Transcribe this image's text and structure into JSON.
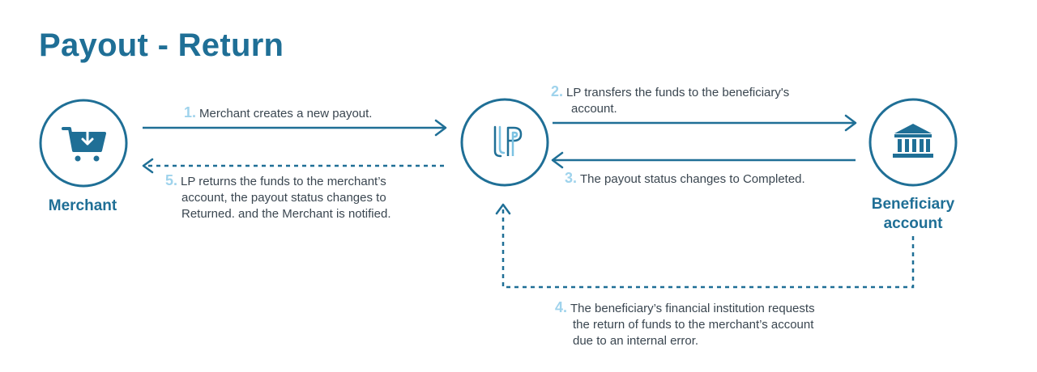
{
  "title": "Payout - Return",
  "nodes": {
    "merchant": "Merchant",
    "beneficiary_line1": "Beneficiary",
    "beneficiary_line2": "account",
    "lp_logo": "LP"
  },
  "steps": [
    {
      "num": "1.",
      "text": "Merchant creates a new payout."
    },
    {
      "num": "2.",
      "text_line1": "LP transfers the funds to the beneficiary's",
      "text_line2": "account."
    },
    {
      "num": "3.",
      "text": "The payout status changes to Completed."
    },
    {
      "num": "4.",
      "text_line1": "The beneficiary’s financial institution requests",
      "text_line2": "the return of funds to the merchant’s account",
      "text_line3": "due to an internal error."
    },
    {
      "num": "5.",
      "text_line1": "LP returns the funds to the merchant’s",
      "text_line2": "account, the payout status changes to",
      "text_line3": "Returned. and the Merchant is notified."
    }
  ],
  "colors": {
    "primary": "#1f6f96",
    "step_number": "#9fd3ec",
    "text": "#3a4650"
  },
  "icons": {
    "merchant": "shopping-cart-icon",
    "lp": "lp-logo-icon",
    "beneficiary": "bank-icon"
  }
}
